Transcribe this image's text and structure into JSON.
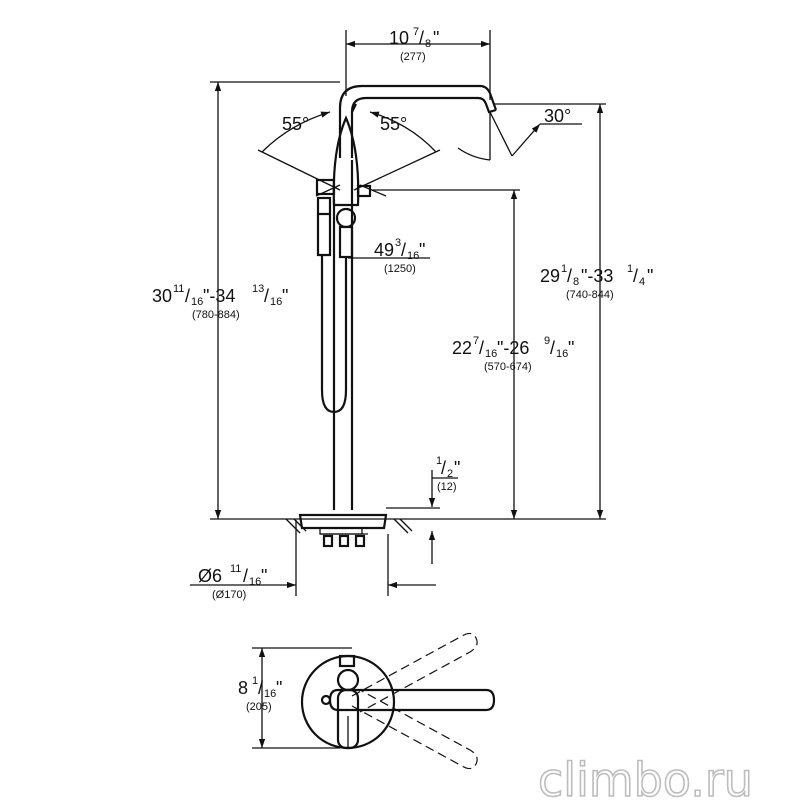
{
  "dimensions": {
    "spout_reach": {
      "whole": "10",
      "num": "7",
      "den": "8",
      "unit": "\"",
      "metric": "(277)"
    },
    "angle_left": "55°",
    "angle_right": "55°",
    "spout_angle": "30°",
    "hose_length": {
      "whole": "49",
      "num": "3",
      "den": "16",
      "unit": "\"",
      "metric": "(1250)"
    },
    "total_height": {
      "a_whole": "30",
      "a_num": "11",
      "a_den": "16",
      "sep": "\"-34",
      "b_num": "13",
      "b_den": "16",
      "unit": "\"",
      "metric": "(780-884)"
    },
    "spout_height": {
      "a_whole": "29",
      "a_num": "1",
      "a_den": "8",
      "sep": "\"-33",
      "b_num": "1",
      "b_den": "4",
      "unit": "\"",
      "metric": "(740-844)"
    },
    "outlet_height": {
      "a_whole": "22",
      "a_num": "7",
      "a_den": "16",
      "sep": "\"-26",
      "b_num": "9",
      "b_den": "16",
      "unit": "\"",
      "metric": "(570-674)"
    },
    "floor_offset": {
      "num": "1",
      "den": "2",
      "unit": "\"",
      "metric": "(12)"
    },
    "base_diameter": {
      "prefix": "Ø6",
      "num": "11",
      "den": "16",
      "unit": "\"",
      "metric": "(Ø170)"
    },
    "plan_depth": {
      "whole": "8",
      "num": "1",
      "den": "16",
      "unit": "\"",
      "metric": "(205)"
    }
  },
  "watermark": "climbo.ru"
}
